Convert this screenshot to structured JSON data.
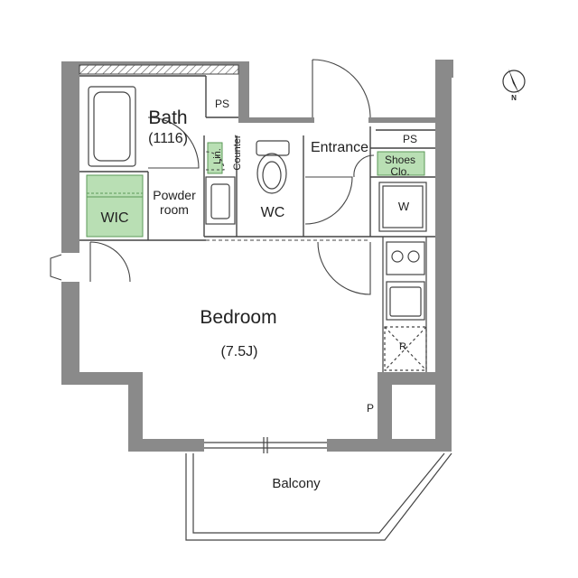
{
  "rooms": {
    "bath": "Bath",
    "bath_size": "(1116)",
    "powder_room": "Powder room",
    "wc": "WC",
    "entrance": "Entrance",
    "ps_top": "PS",
    "ps_right": "PS",
    "shoes_closet": "Shoes Clo.",
    "washer": "W",
    "wic": "WIC",
    "linen": "Lin.",
    "counter": "Counter",
    "bedroom": "Bedroom",
    "bedroom_size": "(7.5J)",
    "refrigerator": "R",
    "p": "P",
    "balcony": "Balcony"
  },
  "compass": {
    "north": "N"
  },
  "colors": {
    "wall": "#8a8a8a",
    "line": "#444444",
    "highlight": "#b9dfb4",
    "highlight_border": "#5b9a57"
  }
}
